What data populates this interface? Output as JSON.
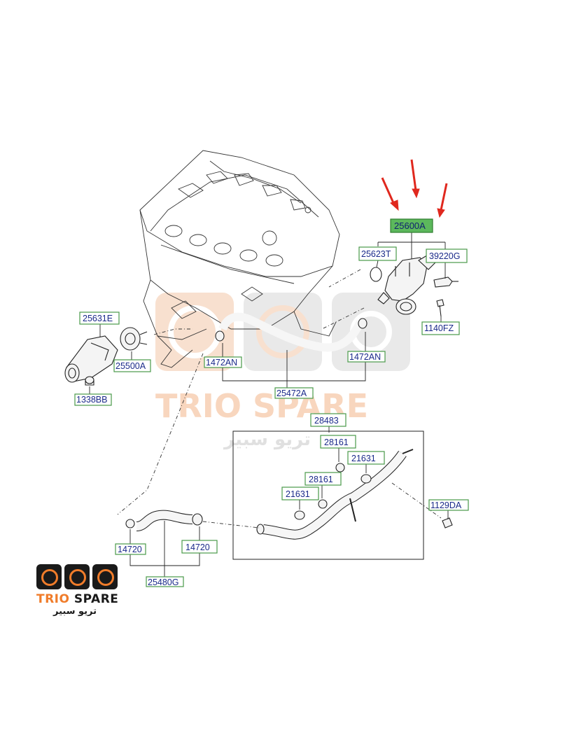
{
  "labels": {
    "l25600A": "25600A",
    "l25623T": "25623T",
    "l39220G": "39220G",
    "l1140FZ": "1140FZ",
    "l25631E": "25631E",
    "l25500A": "25500A",
    "l1338BB": "1338BB",
    "l1472AN_left": "1472AN",
    "l1472AN_right": "1472AN",
    "l25472A": "25472A",
    "l28483": "28483",
    "l28161_top": "28161",
    "l21631_top": "21631",
    "l28161_mid": "28161",
    "l21631_mid": "21631",
    "l1129DA": "1129DA",
    "l14720_left": "14720",
    "l14720_right": "14720",
    "l25480G": "25480G"
  },
  "watermark": {
    "text": "TRIO SPARE",
    "arabic": "تريو سبير"
  },
  "logo": {
    "title_a": "TRIO",
    "title_b": "SPARE",
    "arabic": "تريو سبير"
  },
  "colors": {
    "label_border": "#4a9a4a",
    "label_text": "#1a2a8a",
    "highlight_fill": "#5cb85c",
    "arrow": "#e0281e",
    "watermark_orange": "#f3b58a",
    "watermark_grey": "#c8c8c8"
  }
}
